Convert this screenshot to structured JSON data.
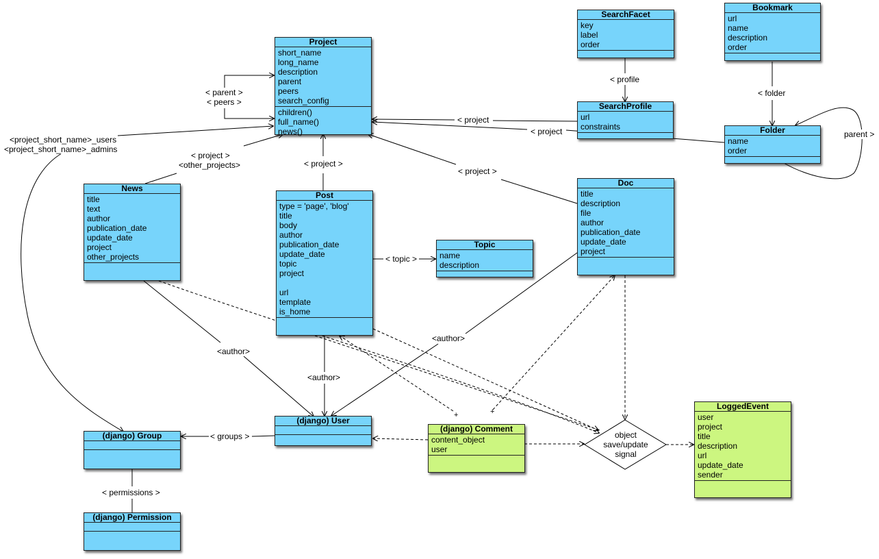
{
  "classes": {
    "project": {
      "name": "Project",
      "attrs": [
        "short_name",
        "long_name",
        "description",
        "parent",
        "peers",
        "search_config"
      ],
      "ops": [
        "children()",
        "full_name()",
        "news()"
      ]
    },
    "searchfacet": {
      "name": "SearchFacet",
      "attrs": [
        "key",
        "label",
        "order"
      ]
    },
    "bookmark": {
      "name": "Bookmark",
      "attrs": [
        "url",
        "name",
        "description",
        "order"
      ]
    },
    "searchprofile": {
      "name": "SearchProfile",
      "attrs": [
        "url",
        "constraints"
      ]
    },
    "folder": {
      "name": "Folder",
      "attrs": [
        "name",
        "order"
      ]
    },
    "news": {
      "name": "News",
      "attrs": [
        "title",
        "text",
        "author",
        "publication_date",
        "update_date",
        "project",
        "other_projects"
      ]
    },
    "post": {
      "name": "Post",
      "attrs": [
        "type = 'page', 'blog'",
        "title",
        "body",
        "author",
        "publication_date",
        "update_date",
        "topic",
        "project",
        "",
        "url",
        "template",
        "is_home"
      ]
    },
    "topic": {
      "name": "Topic",
      "attrs": [
        "name",
        "description"
      ]
    },
    "doc": {
      "name": "Doc",
      "attrs": [
        "title",
        "description",
        "file",
        "author",
        "publication_date",
        "update_date",
        "project"
      ]
    },
    "group": {
      "name": "(django) Group",
      "attrs": []
    },
    "user": {
      "name": "(django) User",
      "attrs": []
    },
    "comment": {
      "name": "(django) Comment",
      "attrs": [
        "content_object",
        "user"
      ]
    },
    "loggedevent": {
      "name": "LoggedEvent",
      "attrs": [
        "user",
        "project",
        "title",
        "description",
        "url",
        "update_date",
        "sender"
      ]
    },
    "permission": {
      "name": "(django) Permission",
      "attrs": []
    }
  },
  "labels": {
    "parent": "< parent >",
    "peers": "< peers >",
    "users_admins_1": "<project_short_name>_users",
    "users_admins_2": "<project_short_name>_admins",
    "news_project_1": "< project >",
    "news_project_2": "<other_projects>",
    "post_project": "< project >",
    "sp_project_1": "< project",
    "sp_project_2": "< project",
    "doc_project": "< project >",
    "profile": "< profile",
    "folder": "< folder",
    "folder_parent": "parent >",
    "topic": "< topic >",
    "news_author": "<author>",
    "post_author": "<author>",
    "doc_author": "<author>",
    "groups": "< groups >",
    "permissions": "< permissions >",
    "plus1": "+",
    "plus2": "+"
  },
  "signal": {
    "line1": "object",
    "line2": "save/update",
    "line3": "signal"
  },
  "colors": {
    "class_fill": "#77d4fb",
    "event_fill": "#ccf680",
    "border": "#222222"
  }
}
